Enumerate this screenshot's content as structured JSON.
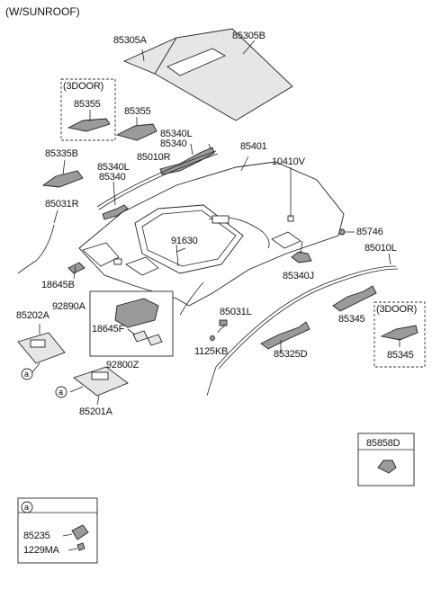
{
  "header": {
    "variant": "(W/SUNROOF)"
  },
  "callout_letter": "a",
  "labels": {
    "p85305A": "85305A",
    "p85305B": "85305B",
    "door3_a": "(3DOOR)",
    "p85355_a": "85355",
    "p85355_b": "85355",
    "p85340L_top": "85340L",
    "p85340_top": "85340",
    "p85401": "85401",
    "p85335B": "85335B",
    "p85340L_left": "85340L",
    "p85010R": "85010R",
    "p85340_left": "85340",
    "p10410V": "10410V",
    "p85031R": "85031R",
    "p85746": "85746",
    "p91630": "91630",
    "p85010L": "85010L",
    "p18645B": "18645B",
    "p85340J": "85340J",
    "p92890A": "92890A",
    "p85202A": "85202A",
    "p85031L": "85031L",
    "p85345_a": "85345",
    "door3_b": "(3DOOR)",
    "p18645F": "18645F",
    "p1125KB": "1125KB",
    "p85325D": "85325D",
    "p85345_b": "85345",
    "p92800Z": "92800Z",
    "p85201A": "85201A",
    "p85858D": "85858D",
    "p85235": "85235",
    "p1229MA": "1229MA"
  }
}
